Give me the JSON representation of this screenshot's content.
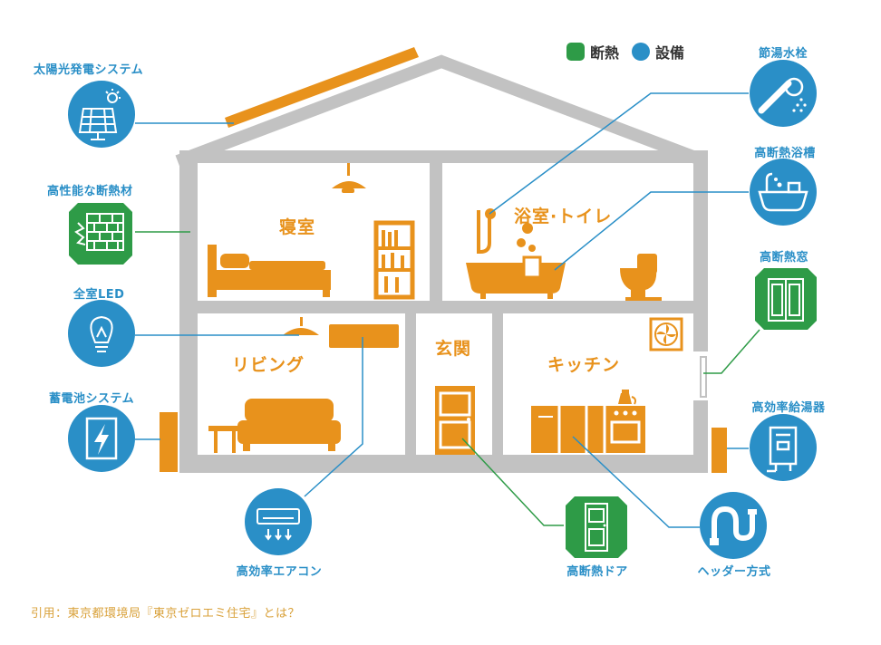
{
  "legend": {
    "insulation_label": "断熱",
    "equipment_label": "設備",
    "insulation_color": "#2e9b47",
    "equipment_color": "#2a8fc7"
  },
  "rooms": {
    "bedroom": "寝室",
    "bath_toilet": "浴室·トイレ",
    "living": "リビング",
    "entrance": "玄関",
    "kitchen": "キッチン"
  },
  "callouts": {
    "solar": "太陽光発電システム",
    "insulation_material": "高性能な断熱材",
    "led": "全室LED",
    "battery": "蓄電池システム",
    "aircon": "高効率エアコン",
    "door": "高断熱ドア",
    "header": "ヘッダー方式",
    "faucet": "節湯水栓",
    "bathtub": "高断熱浴槽",
    "window": "高断熱窓",
    "water_heater": "高効率給湯器"
  },
  "icons": {
    "solar": "solar-panel-icon",
    "insulation_material": "brick-wall-icon",
    "led": "light-bulb-icon",
    "battery": "battery-lightning-icon",
    "aircon": "air-conditioner-icon",
    "door": "door-icon",
    "header": "pipe-icon",
    "faucet": "shower-head-icon",
    "bathtub": "bathtub-icon",
    "window": "window-icon",
    "water_heater": "water-heater-icon"
  },
  "colors": {
    "wall": "#c2c2c2",
    "furniture": "#e8921c",
    "equipment": "#2a8fc7",
    "insulation": "#2e9b47",
    "citation": "#d9a13a"
  },
  "citation": "引用：東京都環境局『東京ゼロエミ住宅』とは？"
}
